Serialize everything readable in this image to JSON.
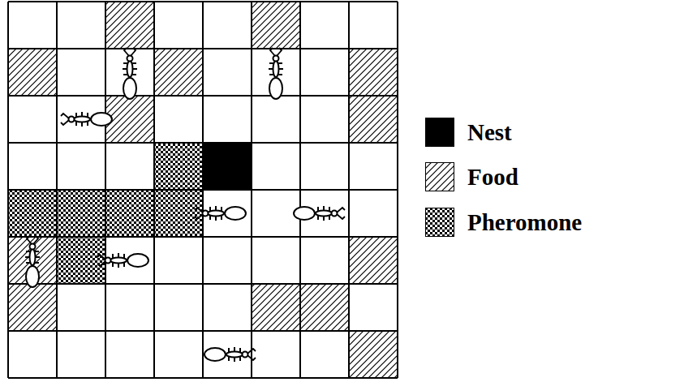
{
  "diagram": {
    "legend": [
      {
        "text": "Nest",
        "color": "#000000"
      },
      {
        "text": "Food"
      },
      {
        "text": "Pheromone"
      }
    ]
  }
}
